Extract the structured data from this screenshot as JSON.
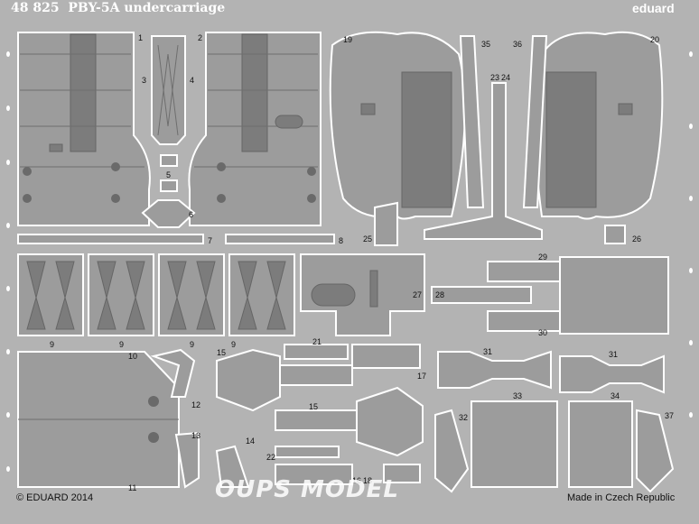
{
  "header": {
    "part_number": "48 825",
    "title": "PBY-5A undercarriage",
    "brand": "eduard"
  },
  "footer": {
    "copyright": "© EDUARD 2014",
    "origin": "Made in Czech Republic"
  },
  "watermark": {
    "text": "OUPS MODEL"
  },
  "part_numbers": [
    "1",
    "2",
    "3",
    "4",
    "5",
    "6",
    "7",
    "8",
    "9",
    "10",
    "11",
    "12",
    "13",
    "14",
    "15",
    "16",
    "17",
    "18",
    "19",
    "20",
    "21",
    "22",
    "23",
    "24",
    "25",
    "26",
    "27",
    "28",
    "29",
    "30",
    "31",
    "32",
    "33",
    "34",
    "35",
    "36",
    "37"
  ],
  "colors": {
    "fret": "#b3b3b3",
    "part": "#9c9c9c",
    "outline": "#ffffff"
  }
}
